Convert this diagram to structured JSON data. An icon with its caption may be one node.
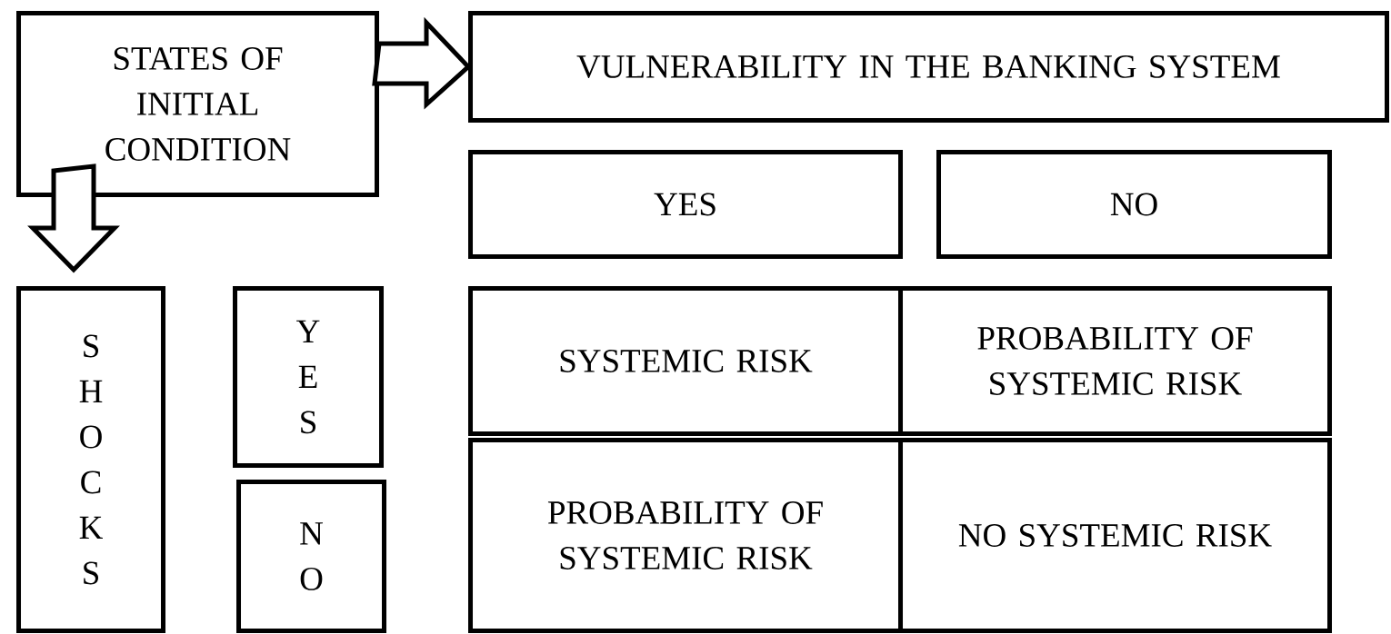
{
  "diagram": {
    "nodes": [
      {
        "text": [
          "STATES OF INITIAL CONDITION"
        ]
      },
      {
        "text": [
          "VULNERABILITY IN THE BANKING SYSTEM"
        ]
      },
      {
        "text": [
          "YES"
        ]
      },
      {
        "text": [
          "NO"
        ]
      },
      {
        "text": [
          "SHOCKS"
        ]
      },
      {
        "text": [
          "YES"
        ]
      },
      {
        "text": [
          "NO"
        ]
      },
      {
        "text": [
          "SYSTEMIC RISK"
        ]
      },
      {
        "text": [
          "PROBABILITY OF SYSTEMIC RISK"
        ]
      },
      {
        "text": [
          "PROBABILITY OF SYSTEMIC RISK"
        ]
      },
      {
        "text": [
          "NO SYSTEMIC RISK"
        ]
      }
    ],
    "edges": [
      {
        "from": 0,
        "to": 1,
        "arrow": "to"
      },
      {
        "from": 0,
        "to": 4,
        "arrow": "to"
      }
    ]
  }
}
